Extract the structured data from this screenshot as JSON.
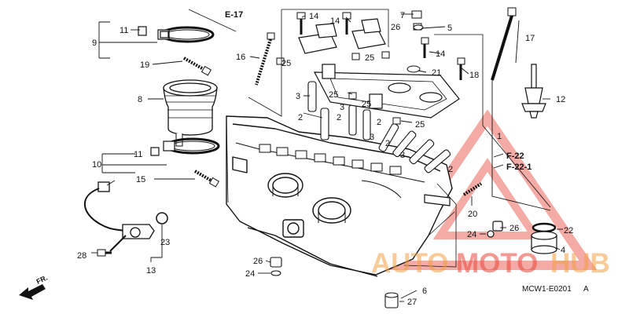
{
  "diagram_code": "MCW1-E0201",
  "diagram_code_suffix": "A",
  "direction_label": "FR.",
  "watermark": {
    "auto": "AUTO",
    "moto": "MOTO",
    "hub": "HUB",
    "color_primary": "#e8463c",
    "color_secondary": "#f2a043"
  },
  "references": {
    "e17": "E-17",
    "f22": "F-22",
    "f221": "F-22-1"
  },
  "callouts": [
    "1",
    "2",
    "2",
    "2",
    "2",
    "2",
    "3",
    "3",
    "3",
    "3",
    "4",
    "5",
    "6",
    "7",
    "8",
    "9",
    "10",
    "11",
    "11",
    "12",
    "13",
    "14",
    "14",
    "14",
    "15",
    "16",
    "17",
    "18",
    "19",
    "20",
    "21",
    "22",
    "23",
    "24",
    "24",
    "25",
    "25",
    "25",
    "25",
    "25",
    "26",
    "26",
    "26",
    "27",
    "28"
  ]
}
